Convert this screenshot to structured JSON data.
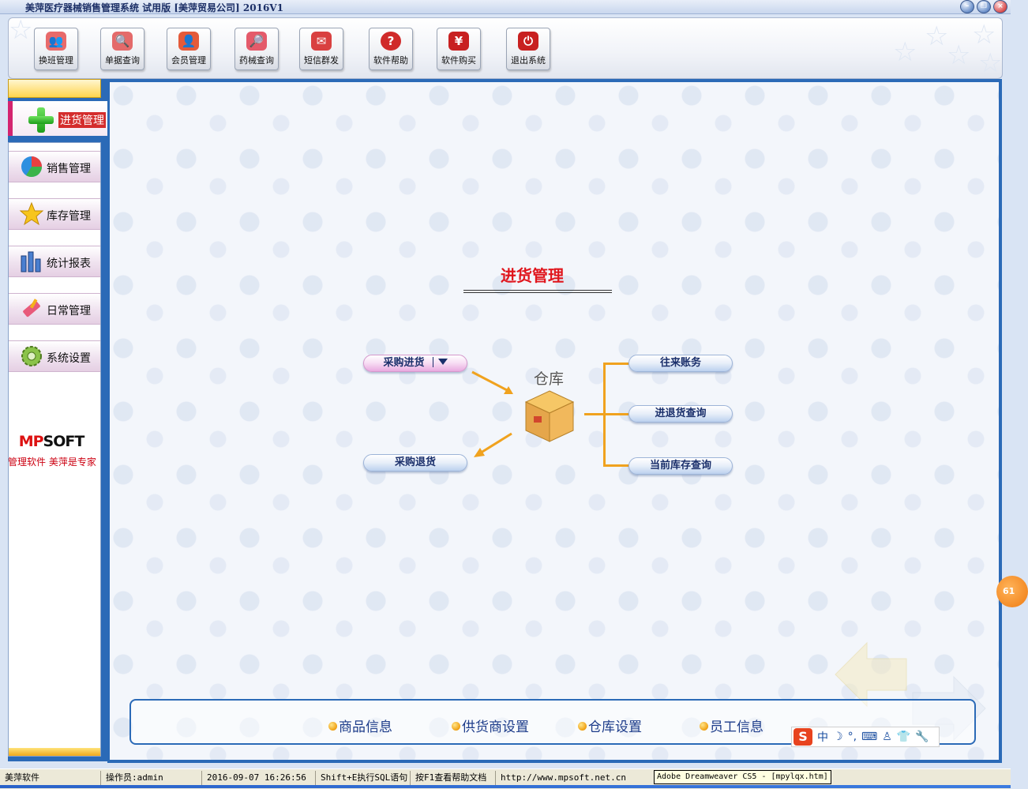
{
  "window": {
    "title": "美萍医疗器械销售管理系统 试用版 [美萍贸易公司] 2016V1",
    "controls": [
      "minimize",
      "restore",
      "close"
    ]
  },
  "toolbar": {
    "buttons": [
      {
        "label": "换班管理",
        "icon": "shift-change-icon",
        "color": "#e86a6a"
      },
      {
        "label": "单据查询",
        "icon": "document-search-icon",
        "color": "#e46a6a"
      },
      {
        "label": "会员管理",
        "icon": "member-icon",
        "color": "#e45a3a"
      },
      {
        "label": "药械查询",
        "icon": "drug-search-icon",
        "color": "#e45a6a"
      },
      {
        "label": "短信群发",
        "icon": "sms-icon",
        "color": "#d94040"
      },
      {
        "label": "软件帮助",
        "icon": "help-icon",
        "color": "#d02a2a"
      },
      {
        "label": "软件购买",
        "icon": "purchase-icon",
        "color": "#c82020"
      },
      {
        "label": "退出系统",
        "icon": "exit-icon",
        "color": "#c82020"
      }
    ]
  },
  "sidebar": {
    "active": {
      "label": "进货管理",
      "icon": "plus-icon"
    },
    "items": [
      {
        "label": "销售管理",
        "icon": "pie-chart-icon"
      },
      {
        "label": "库存管理",
        "icon": "star-icon"
      },
      {
        "label": "统计报表",
        "icon": "bar-chart-icon"
      },
      {
        "label": "日常管理",
        "icon": "tools-icon"
      },
      {
        "label": "系统设置",
        "icon": "gear-icon"
      }
    ],
    "logo": {
      "brand_mp": "MP",
      "brand_rest": "SOFT",
      "slogan": "管理软件  美萍是专家"
    }
  },
  "main": {
    "heading": "进货管理",
    "warehouse": "仓库",
    "left_actions": [
      {
        "label": "采购进货"
      },
      {
        "label": "采购退货"
      }
    ],
    "right_actions": [
      {
        "label": "往来账务"
      },
      {
        "label": "进退货查询"
      },
      {
        "label": "当前库存查询"
      }
    ],
    "bottom_links": [
      "商品信息",
      "供货商设置",
      "仓库设置",
      "员工信息"
    ],
    "accent_color": "#f0a21e",
    "heading_color": "#e0161d"
  },
  "ime": {
    "mode": "中"
  },
  "float_badge": "61",
  "statusbar": {
    "app": "美萍软件",
    "operator": "操作员:admin",
    "datetime": "2016-09-07 16:26:56",
    "sql_hint": "Shift+E执行SQL语句",
    "help_hint": "按F1查看帮助文档",
    "url": "http://www.mpsoft.net.cn",
    "tooltip": "Adobe Dreamweaver CS5 - [mpylqx.htm]"
  }
}
